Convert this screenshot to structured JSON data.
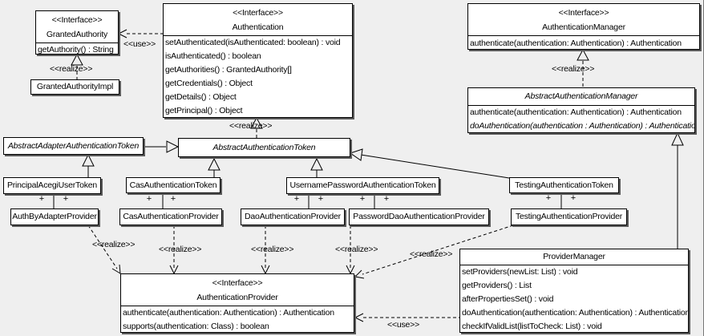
{
  "symbols": {
    "plus": "+"
  },
  "stereotypes": {
    "interface": "<<Interface>>",
    "realize": "<<realize>>",
    "use": "<<use>>"
  },
  "classes": {
    "granted_authority": {
      "stereotype": "<<Interface>>",
      "name": "GrantedAuthority",
      "members": [
        "getAuthority() : String"
      ]
    },
    "granted_authority_impl": {
      "name": "GrantedAuthorityImpl"
    },
    "authentication": {
      "stereotype": "<<Interface>>",
      "name": "Authentication",
      "members": [
        "setAuthenticated(isAuthenticated: boolean) : void",
        "isAuthenticated() : boolean",
        "getAuthorities() : GrantedAuthority[]",
        "getCredentials() : Object",
        "getDetails() : Object",
        "getPrincipal() : Object"
      ]
    },
    "authentication_manager": {
      "stereotype": "<<Interface>>",
      "name": "AuthenticationManager",
      "members": [
        "authenticate(authentication: Authentication) : Authentication"
      ]
    },
    "abstract_authentication_manager": {
      "name": "AbstractAuthenticationManager",
      "members": [
        "authenticate(authentication: Authentication) : Authentication",
        "doAuthentication(authentication : Authentication) : Authentication"
      ]
    },
    "abstract_adapter_authentication_token": {
      "name": "AbstractAdapterAuthenticationToken"
    },
    "abstract_authentication_token": {
      "name": "AbstractAuthenticationToken"
    },
    "principal_acegi_user_token": {
      "name": "PrincipalAcegiUserToken"
    },
    "cas_authentication_token": {
      "name": "CasAuthenticationToken"
    },
    "username_password_authentication_token": {
      "name": "UsernamePasswordAuthenticationToken"
    },
    "testing_authentication_token": {
      "name": "TestingAuthenticationToken"
    },
    "auth_by_adapter_provider": {
      "name": "AuthByAdapterProvider"
    },
    "cas_authentication_provider": {
      "name": "CasAuthenticationProvider"
    },
    "dao_authentication_provider": {
      "name": "DaoAuthenticationProvider"
    },
    "password_dao_authentication_provider": {
      "name": "PasswordDaoAuthenticationProvider"
    },
    "testing_authentication_provider": {
      "name": "TestingAuthenticationProvider"
    },
    "authentication_provider": {
      "stereotype": "<<Interface>>",
      "name": "AuthenticationProvider",
      "members": [
        "authenticate(authentication: Authentication) : Authentication",
        "supports(authentication: Class) : boolean"
      ]
    },
    "provider_manager": {
      "name": "ProviderManager",
      "members": [
        "setProviders(newList: List) : void",
        "getProviders() : List",
        "afterPropertiesSet() : void",
        "doAuthentication(authentication: Authentication) : Authentication",
        "checkIfValidList(listToCheck: List) : void"
      ]
    }
  }
}
